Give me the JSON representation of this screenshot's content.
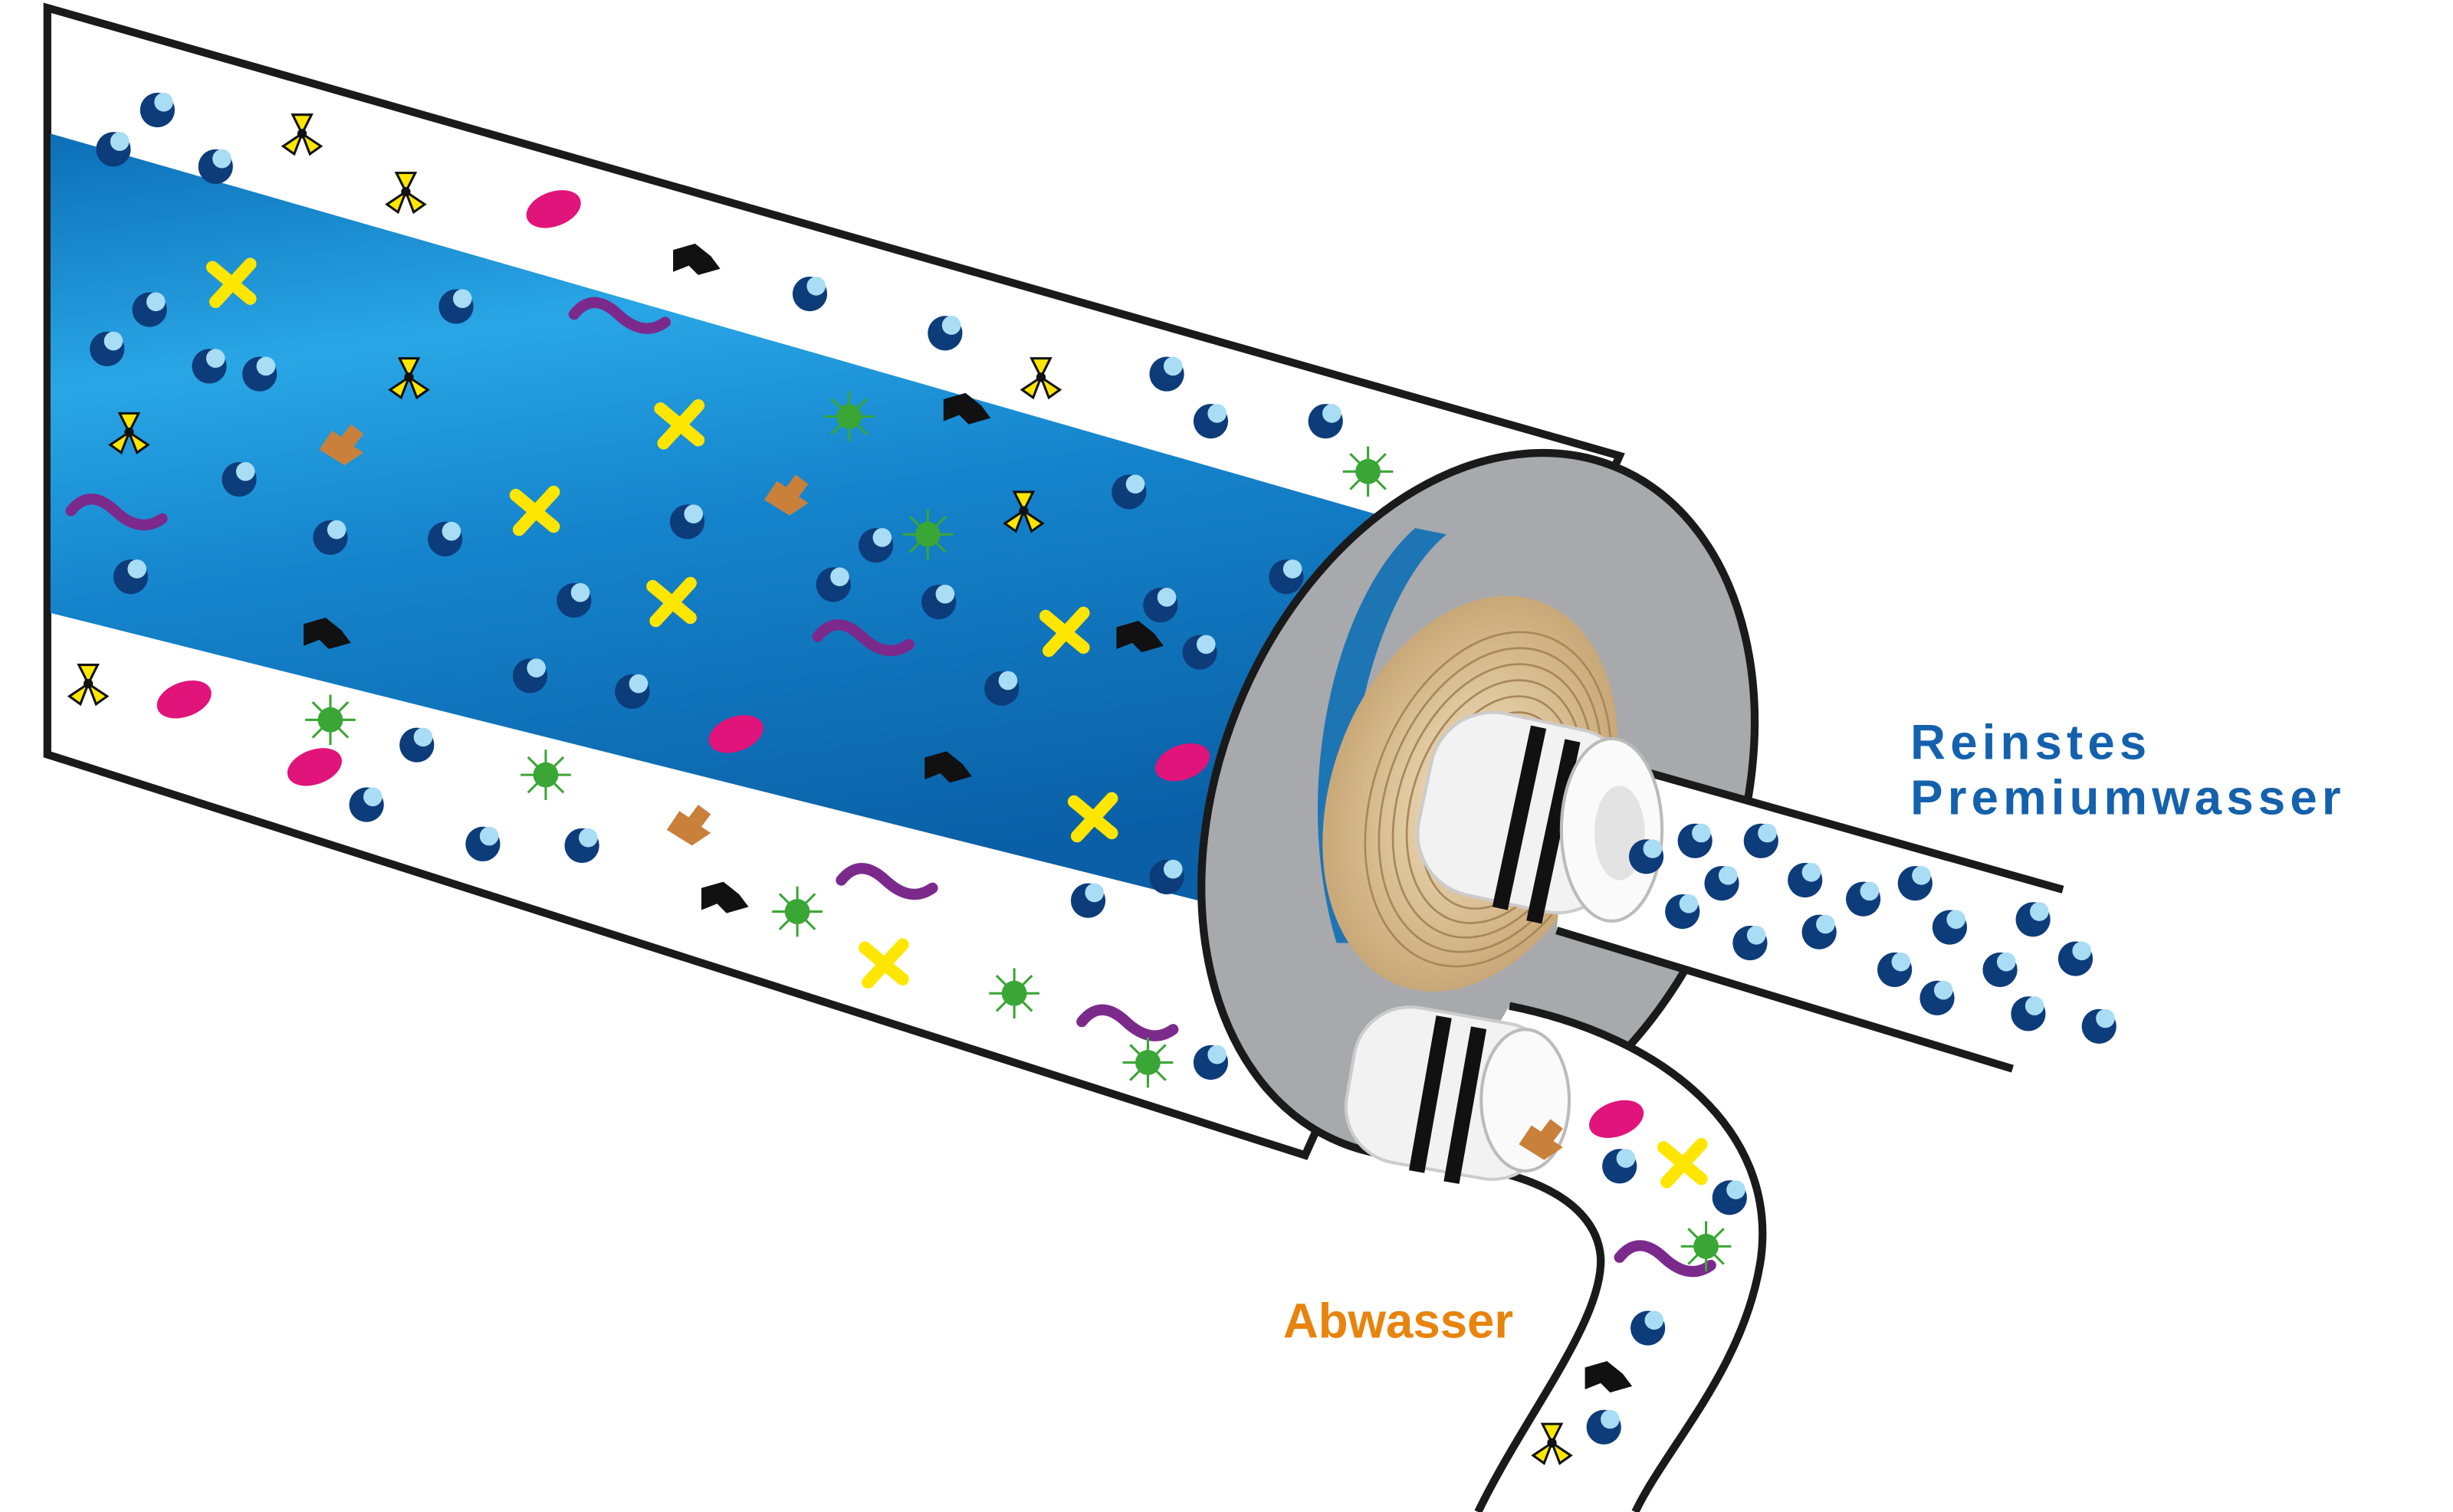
{
  "labels": {
    "permeate_line1": "Reinstes",
    "permeate_line2": "Premiumwasser",
    "reject": "Abwasser"
  },
  "colors": {
    "permeate_text": "#1461ad",
    "reject_text": "#e8840e",
    "membrane_blue": "#1a8fd6",
    "end_cap": "#a7a9ac",
    "membrane_roll": "#d9c29a",
    "water_molecule": "#0d3c7a",
    "outline": "#1a1a1a"
  },
  "icons": [
    "water-molecule-icon",
    "radiation-icon",
    "bacteria-icon",
    "ellipse-particle-icon",
    "squiggle-particle-icon",
    "debris-icon",
    "x-particle-icon",
    "leaf-particle-icon"
  ]
}
